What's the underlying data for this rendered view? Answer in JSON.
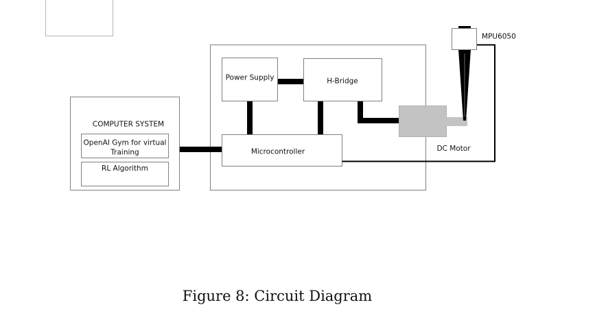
{
  "diagram": {
    "blocks": {
      "computer_system": "COMPUTER SYSTEM",
      "openai_gym_line1": "OpenAI Gym for virtual",
      "openai_gym_line2": "Training",
      "rl_algorithm": "RL Algorithm",
      "power_supply": "Power Supply",
      "h_bridge": "H-Bridge",
      "microcontroller": "Microcontroller",
      "dc_motor": "DC Motor",
      "mpu6050": "MPU6050"
    },
    "colors": {
      "stroke": "#7f7f7f",
      "thick_wire": "#000000",
      "motor_fill": "#c3c3c3"
    }
  },
  "figure": {
    "caption": "Figure 8: Circuit Diagram"
  }
}
